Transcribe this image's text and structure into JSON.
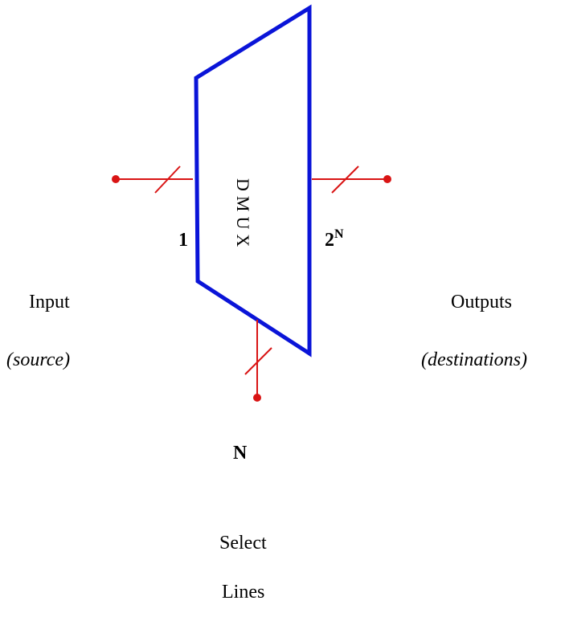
{
  "diagram": {
    "block_label": "DMUX",
    "input_count": "1",
    "output_count": "2",
    "output_exponent": "N",
    "select_count": "N",
    "input_label": "Input",
    "input_note": "(source)",
    "output_label": "Outputs",
    "output_note": "(destinations)",
    "select_label_1": "Select",
    "select_label_2": "Lines",
    "colors": {
      "block": "#0a14d8",
      "wire": "#d91414"
    }
  }
}
